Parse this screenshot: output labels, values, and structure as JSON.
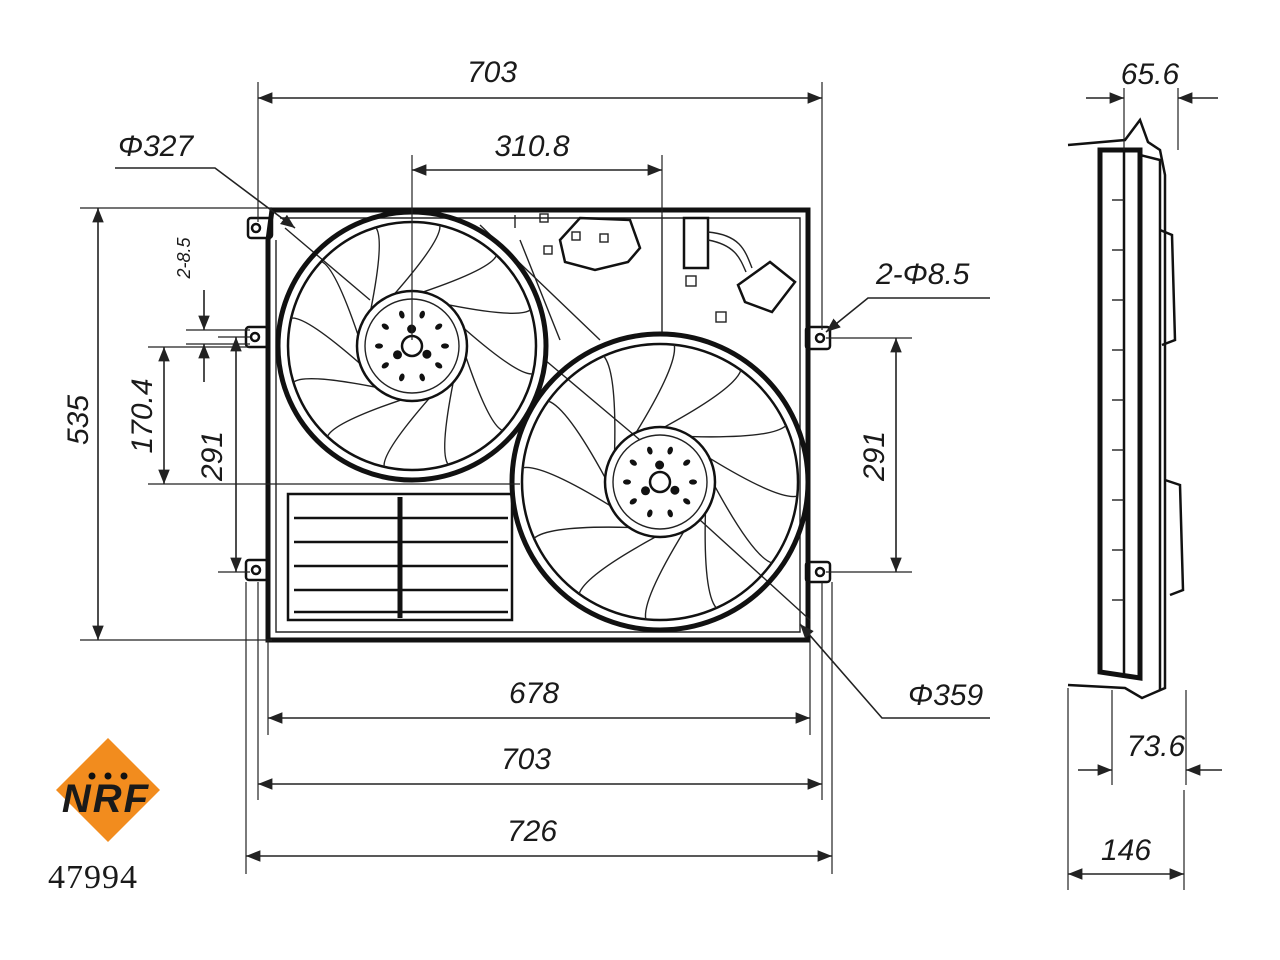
{
  "brand": {
    "name": "NRF",
    "part_number": "47994",
    "accent_color": "#f28c1e"
  },
  "dimensions": {
    "top_width": "703",
    "fan_center_distance": "310.8",
    "small_fan_diameter": "Φ327",
    "hole_label": "2-Φ8.5",
    "hole_label_vertical": "2-8.5",
    "total_height": "535",
    "offset_170": "170.4",
    "left_hole_span": "291",
    "right_hole_span": "291",
    "large_fan_diameter": "Φ359",
    "bottom_inner_width": "678",
    "bottom_width": "703",
    "overall_width": "726",
    "side_top": "65.6",
    "side_mid": "73.6",
    "side_depth": "146"
  }
}
